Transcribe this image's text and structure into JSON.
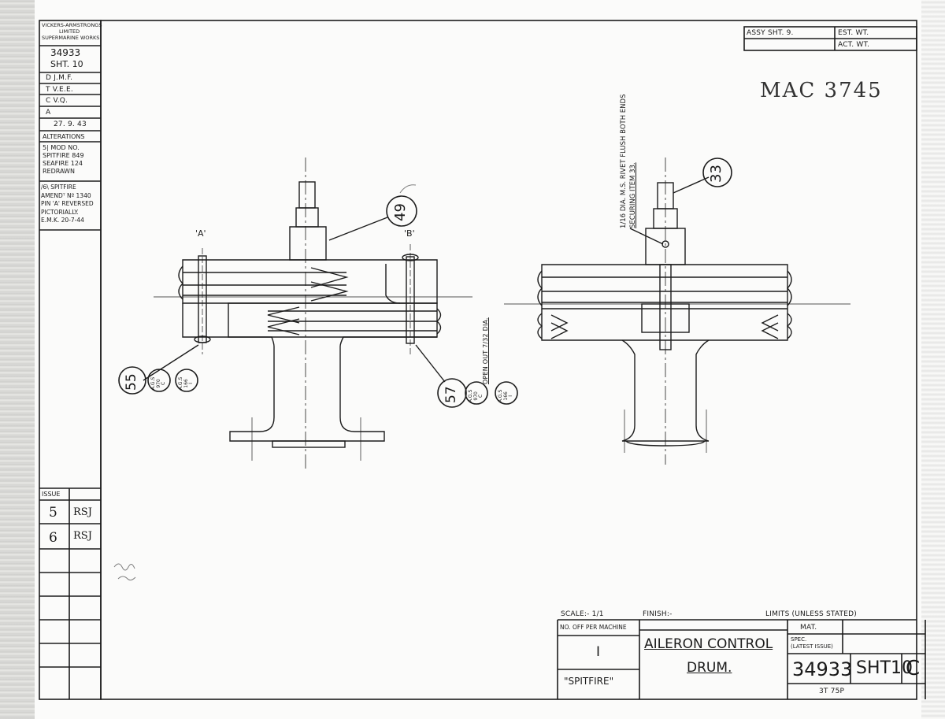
{
  "title_block_left": {
    "company": [
      "VICKERS-ARMSTRONGS",
      "LIMITED",
      "SUPERMARINE WORKS"
    ],
    "drawing_no": "34933",
    "sheet": "SHT. 10",
    "d": "D  J.M.F.",
    "t": "T  V.E.E.",
    "c": "C  V.Q.",
    "a": "A",
    "date": "27. 9. 43",
    "alterations_label": "ALTERATIONS",
    "alteration_5": [
      "5| MOD NO.",
      "SPITFIRE 849",
      "SEAFIRE 124",
      "REDRAWN"
    ],
    "alteration_6": [
      "/6\\ SPITFIRE",
      "AMENDᵀ Nº 1340",
      "PIN 'A' REVERSED",
      "PICTORIALLY.",
      "E.M.K. 20-7-44"
    ],
    "issue_label": "ISSUE",
    "issues": [
      {
        "num": "5",
        "initials": "RSJ"
      },
      {
        "num": "6",
        "initials": "RSJ"
      }
    ]
  },
  "top_right": {
    "assy_sheet": "ASSY  SHT.  9.",
    "est_wt": "EST. WT.",
    "act_wt": "ACT. WT."
  },
  "handwritten_ref": "MAC 3745",
  "views": {
    "left": {
      "label_a": "'A'",
      "label_b": "'B'",
      "balloon_49": "49",
      "balloon_55": "55",
      "balloon_57": "57",
      "spec_55a": [
        "A.G.S",
        "970",
        "C"
      ],
      "spec_55b": [
        "A.G.S",
        "166",
        "I"
      ],
      "spec_57a": [
        "A.G.S",
        "970",
        "C"
      ],
      "spec_57b": [
        "A.G.S",
        "166",
        "I"
      ],
      "note_57": "OPEN OUT 7/32 DIA."
    },
    "right": {
      "balloon_33": "33",
      "note_lines": [
        "1/16 DIA. M.S. RIVET FLUSH BOTH ENDS",
        "SECURING ITEM 33."
      ]
    }
  },
  "title_block": {
    "scale": "SCALE:- 1/1",
    "finish": "FINISH:-",
    "limits": "LIMITS (UNLESS STATED)",
    "no_off": "NO. OFF PER MACHINE",
    "qty": "I",
    "aircraft": "\"SPITFIRE\"",
    "title_1": "AILERON CONTROL",
    "title_2": "DRUM.",
    "mat": "MAT.",
    "spec": "SPEC.",
    "latest_issue": "(LATEST ISSUE)",
    "drawing_no": "34933",
    "sheet": "SHT10",
    "issue_letter": "C",
    "ref": "3T  75P"
  }
}
